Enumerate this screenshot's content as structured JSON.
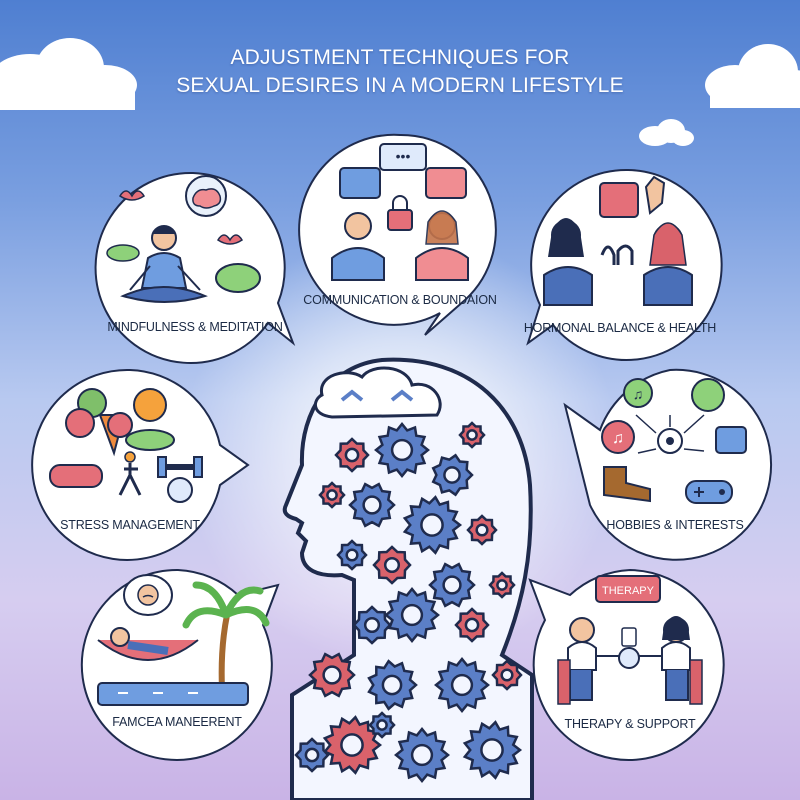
{
  "title": {
    "line1": "ADJUSTMENT TECHNIQUES FOR",
    "line2": "SEXUAL DESIRES IN A MODERN LIFESTYLE"
  },
  "techniques": [
    {
      "label": "MINDFULNESS & MEDITATION",
      "icon": "meditation-icon"
    },
    {
      "label": "COMMUNICATION & BOUNDAION",
      "icon": "communication-icon"
    },
    {
      "label": "HORMONAL BALANCE & HEALTH",
      "icon": "health-consultation-icon"
    },
    {
      "label": "STRESS MANAGEMENT",
      "icon": "healthy-food-fitness-icon"
    },
    {
      "label": "HOBBIES & INTERESTS",
      "icon": "hobbies-icon"
    },
    {
      "label": "FAMCEA MANEERENT",
      "icon": "hammock-relaxation-icon"
    },
    {
      "label": "THERAPY & SUPPORT",
      "icon": "therapy-session-icon",
      "sign": "THERAPY"
    }
  ],
  "colors": {
    "background_top": "#4f7fd1",
    "background_bottom": "#c9b3e6",
    "gear_blue": "#5b7fc7",
    "gear_red": "#d9626b",
    "outline": "#1f2b4d"
  }
}
